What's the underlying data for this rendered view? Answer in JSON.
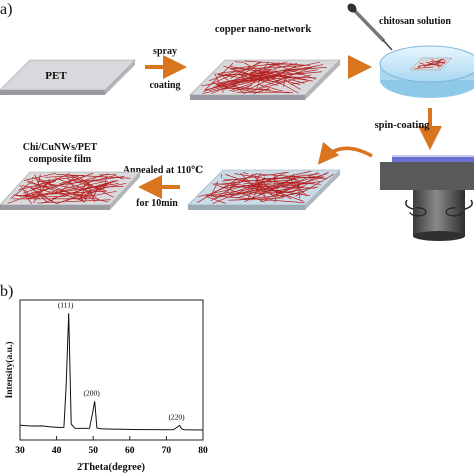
{
  "panel_a": {
    "panel_label": "a)",
    "pet_label": "PET",
    "step1_top": "spray",
    "step1_bottom": "coating",
    "network_label": "copper nano-network",
    "chitosan_label": "chitosan solution",
    "spin_label": "spin-coating",
    "anneal_top": "Annealed at 110℃",
    "anneal_bottom": "for 10min",
    "composite_line1": "Chi/CuNWs/PET",
    "composite_line2": "composite film",
    "colors": {
      "arrow": "#d9751f",
      "wire": "#b52020",
      "film_top": "#d8d9dc",
      "film_side": "#9a9ba0",
      "dish": "#cfe9f7",
      "spinner": "#5a5a5a"
    }
  },
  "panel_b": {
    "panel_label": "b)",
    "chart_data": {
      "type": "line",
      "xlabel": "2Theta(degree)",
      "ylabel": "Intensity(a.u.)",
      "xlim": [
        30,
        80
      ],
      "xticks": [
        30,
        40,
        50,
        60,
        70,
        80
      ],
      "y_ticks_shown": false,
      "series": [
        {
          "x": [
            30,
            33,
            36,
            38,
            40,
            41,
            42,
            42.6,
            43.3,
            44,
            45,
            47,
            49,
            49.8,
            50.4,
            51,
            52,
            55,
            58,
            61,
            64,
            67,
            70,
            72,
            73.6,
            74.2,
            75,
            77,
            80
          ],
          "y": [
            11,
            10.5,
            10.6,
            10,
            9.6,
            9.4,
            9.5,
            40,
            95,
            12,
            8.8,
            8.7,
            8.8,
            20,
            29,
            9,
            8.4,
            8.2,
            8.0,
            7.9,
            7.8,
            7.8,
            7.7,
            7.8,
            11,
            8.2,
            7.7,
            7.6,
            7.5
          ]
        }
      ],
      "annotations": [
        {
          "text": "(111)",
          "x": 43.3
        },
        {
          "text": "(200)",
          "x": 50.4
        },
        {
          "text": "(220)",
          "x": 73.6
        }
      ]
    }
  }
}
